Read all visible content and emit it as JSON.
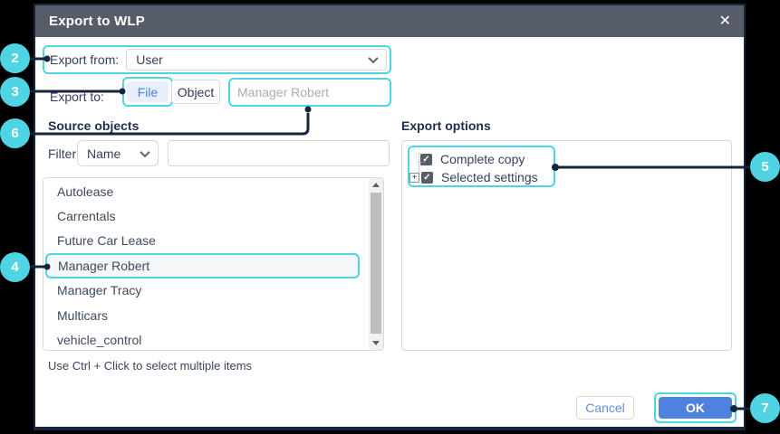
{
  "dialog": {
    "title": "Export to WLP"
  },
  "icons": {
    "close": "✕",
    "check": "✓",
    "plus": "+"
  },
  "form": {
    "export_from_label": "Export from:",
    "export_from_value": "User",
    "export_to_label": "Export to:",
    "file_button": "File",
    "object_button": "Object",
    "target_name_placeholder": "Manager Robert"
  },
  "source_objects": {
    "heading": "Source objects",
    "filter_label": "Filter:",
    "filter_by_value": "Name",
    "filter_input_value": "",
    "items": [
      "Autolease",
      "Carrentals",
      "Future Car Lease",
      "Manager Robert",
      "Manager Tracy",
      "Multicars",
      "vehicle_control"
    ],
    "selected_item": "Manager Robert",
    "hint": "Use Ctrl + Click to select multiple items"
  },
  "export_options": {
    "heading": "Export options",
    "options": [
      {
        "label": "Complete copy",
        "checked": true
      },
      {
        "label": "Selected settings",
        "checked": true,
        "expandable": true
      }
    ]
  },
  "footer": {
    "cancel_label": "Cancel",
    "ok_label": "OK"
  },
  "callouts": {
    "c2": "2",
    "c3": "3",
    "c4": "4",
    "c5": "5",
    "c6": "6",
    "c7": "7"
  },
  "colors": {
    "accent_cyan": "#4fd4e3",
    "callout_line": "#16243e",
    "titlebar_bg": "#565d68",
    "primary_blue": "#4d83de",
    "file_active_bg": "#e9f0fd",
    "checkbox_bg": "#575d66",
    "selected_row_bg": "#f5f6f8"
  }
}
